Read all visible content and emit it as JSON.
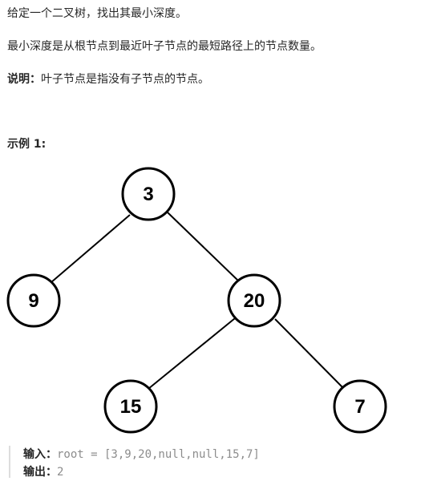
{
  "problem": {
    "intro": "给定一个二叉树，找出其最小深度。",
    "definition": "最小深度是从根节点到最近叶子节点的最短路径上的节点数量。",
    "note_label": "说明：",
    "note_text": "叶子节点是指没有子节点的节点。",
    "example_title": "示例 1:"
  },
  "tree": {
    "nodes": [
      {
        "id": "n3",
        "label": "3"
      },
      {
        "id": "n9",
        "label": "9"
      },
      {
        "id": "n20",
        "label": "20"
      },
      {
        "id": "n15",
        "label": "15"
      },
      {
        "id": "n7",
        "label": "7"
      }
    ]
  },
  "example": {
    "input_label": "输入：",
    "input_value": "root = [3,9,20,null,null,15,7]",
    "output_label": "输出：",
    "output_value": "2"
  }
}
